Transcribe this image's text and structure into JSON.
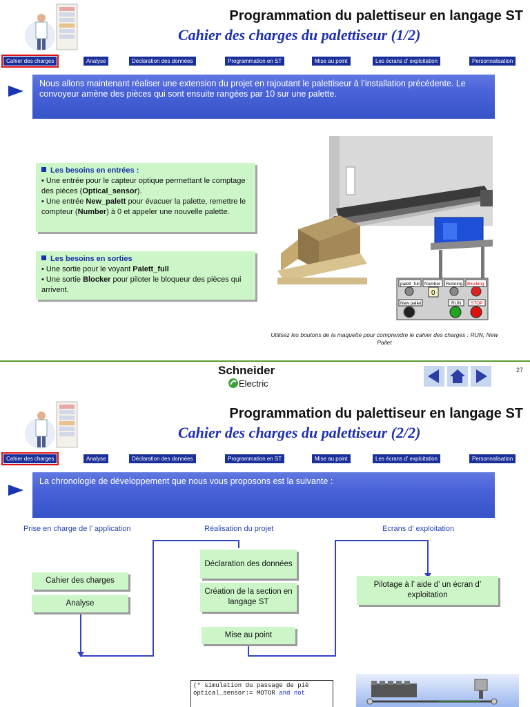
{
  "nav_items": [
    "Cahier des charges",
    "Analyse",
    "Déclaration des données",
    "Programmation en ST",
    "Mise au point",
    "Les écrans d’ exploitation",
    "Personnalisation"
  ],
  "slide1": {
    "title": "Programmation du palettiseur en langage ST",
    "subtitle": "Cahier des charges du palettiseur (1/2)",
    "intro": "Nous allons maintenant réaliser une extension du projet en rajoutant le palettiseur à l’installation précédente.  Le convoyeur amène des pièces qui sont ensuite rangées par 10 sur une palette.",
    "inputs_box": {
      "heading": "Les besoins en entrées :",
      "line1_prefix": "• Une entrée pour le capteur optique permettant le comptage des pièces (",
      "line1_bold": "Optical_sensor",
      "line1_suffix": ").",
      "line2_prefix": "• Une entrée ",
      "line2_bold1": "New_palett",
      "line2_mid": " pour évacuer la palette, remettre le compteur (",
      "line2_bold2": "Number",
      "line2_suffix": ") à 0 et appeler une nouvelle palette."
    },
    "outputs_box": {
      "heading": "Les besoins en sorties",
      "line1_prefix": "• Une sortie pour le voyant ",
      "line1_bold": "Palett_full",
      "line2_prefix": "• Une sortie ",
      "line2_bold": "Blocker",
      "line2_suffix": " pour piloter le bloqueur des pièces qui arrivent."
    },
    "panel_labels": {
      "palett_full": "palett_full",
      "number": "Number",
      "running": "Running",
      "blocking": "Blocking",
      "new_palett": "New pallet",
      "run": "RUN",
      "stop": "STOP",
      "counter_value": "0"
    },
    "caption": "Utilisez les boutons de la maquette pour comprendre le cahier des charges : RUN, New Pallet"
  },
  "footer": {
    "brand_line1": "Schneider",
    "brand_line2": "Electric",
    "page_number": "27",
    "icons": [
      "arrow-left-icon",
      "home-icon",
      "arrow-right-icon"
    ]
  },
  "slide2": {
    "title": "Programmation du palettiseur en langage ST",
    "subtitle": "Cahier des charges du palettiseur (2/2)",
    "intro": "La chronologie de développement que nous vous proposons est la suivante :",
    "col1_head": "Prise en charge de l’ application",
    "col2_head": "Réalisation du projet",
    "col3_head": "Ecrans d’ exploitation",
    "box_cahier": "Cahier des charges",
    "box_analyse": "Analyse",
    "box_declaration": "Déclaration des données",
    "box_creation": "Création de la section en langage ST",
    "box_mise": "Mise au point",
    "box_pilotage": "Pilotage à l’ aide d’ un écran d’ exploitation",
    "code_line1": "(* simulation du passage de piè",
    "code_line2_pre": "optical_sensor:= MOTOR ",
    "code_line2_kw1": "and",
    "code_line2_kw2": " not"
  },
  "colors": {
    "nav_bg": "#1a2f9a",
    "banner": "#4a62d8",
    "green_box": "#ccf5c8",
    "subtitle": "#1e2fb0",
    "flow_line": "#3244c4"
  }
}
